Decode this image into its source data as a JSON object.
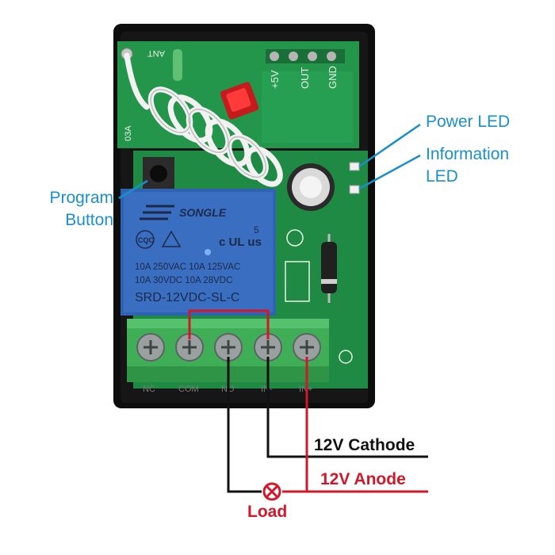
{
  "callouts": {
    "power_led": "Power LED",
    "info_led_line1": "Information",
    "info_led_line2": "LED",
    "program_line1": "Program",
    "program_line2": "Button"
  },
  "wiring": {
    "cathode": "12V Cathode",
    "anode": "12V Anode",
    "load": "Load"
  },
  "board": {
    "ant": "ANT",
    "plus5v": "+5V",
    "out": "OUT",
    "gnd": "GND",
    "side_code": "03A",
    "terminals": [
      "NC",
      "COM",
      "NO",
      "IN-",
      "IN+"
    ]
  },
  "relay": {
    "brand": "SONGLE",
    "cqc": "CQC",
    "ul": "c UL us",
    "ul_number": "5",
    "rating1": "10A 250VAC   10A 125VAC",
    "rating2": "10A  30VDC   10A  28VDC",
    "model": "SRD-12VDC-SL-C"
  },
  "colors": {
    "callout": "#1a8fc9",
    "anode": "#d0182a",
    "cathode": "#111111",
    "pcb": "#1f8a44",
    "relay": "#2f62b0",
    "terminal": "#3fae57",
    "case": "#0d0d0d"
  }
}
